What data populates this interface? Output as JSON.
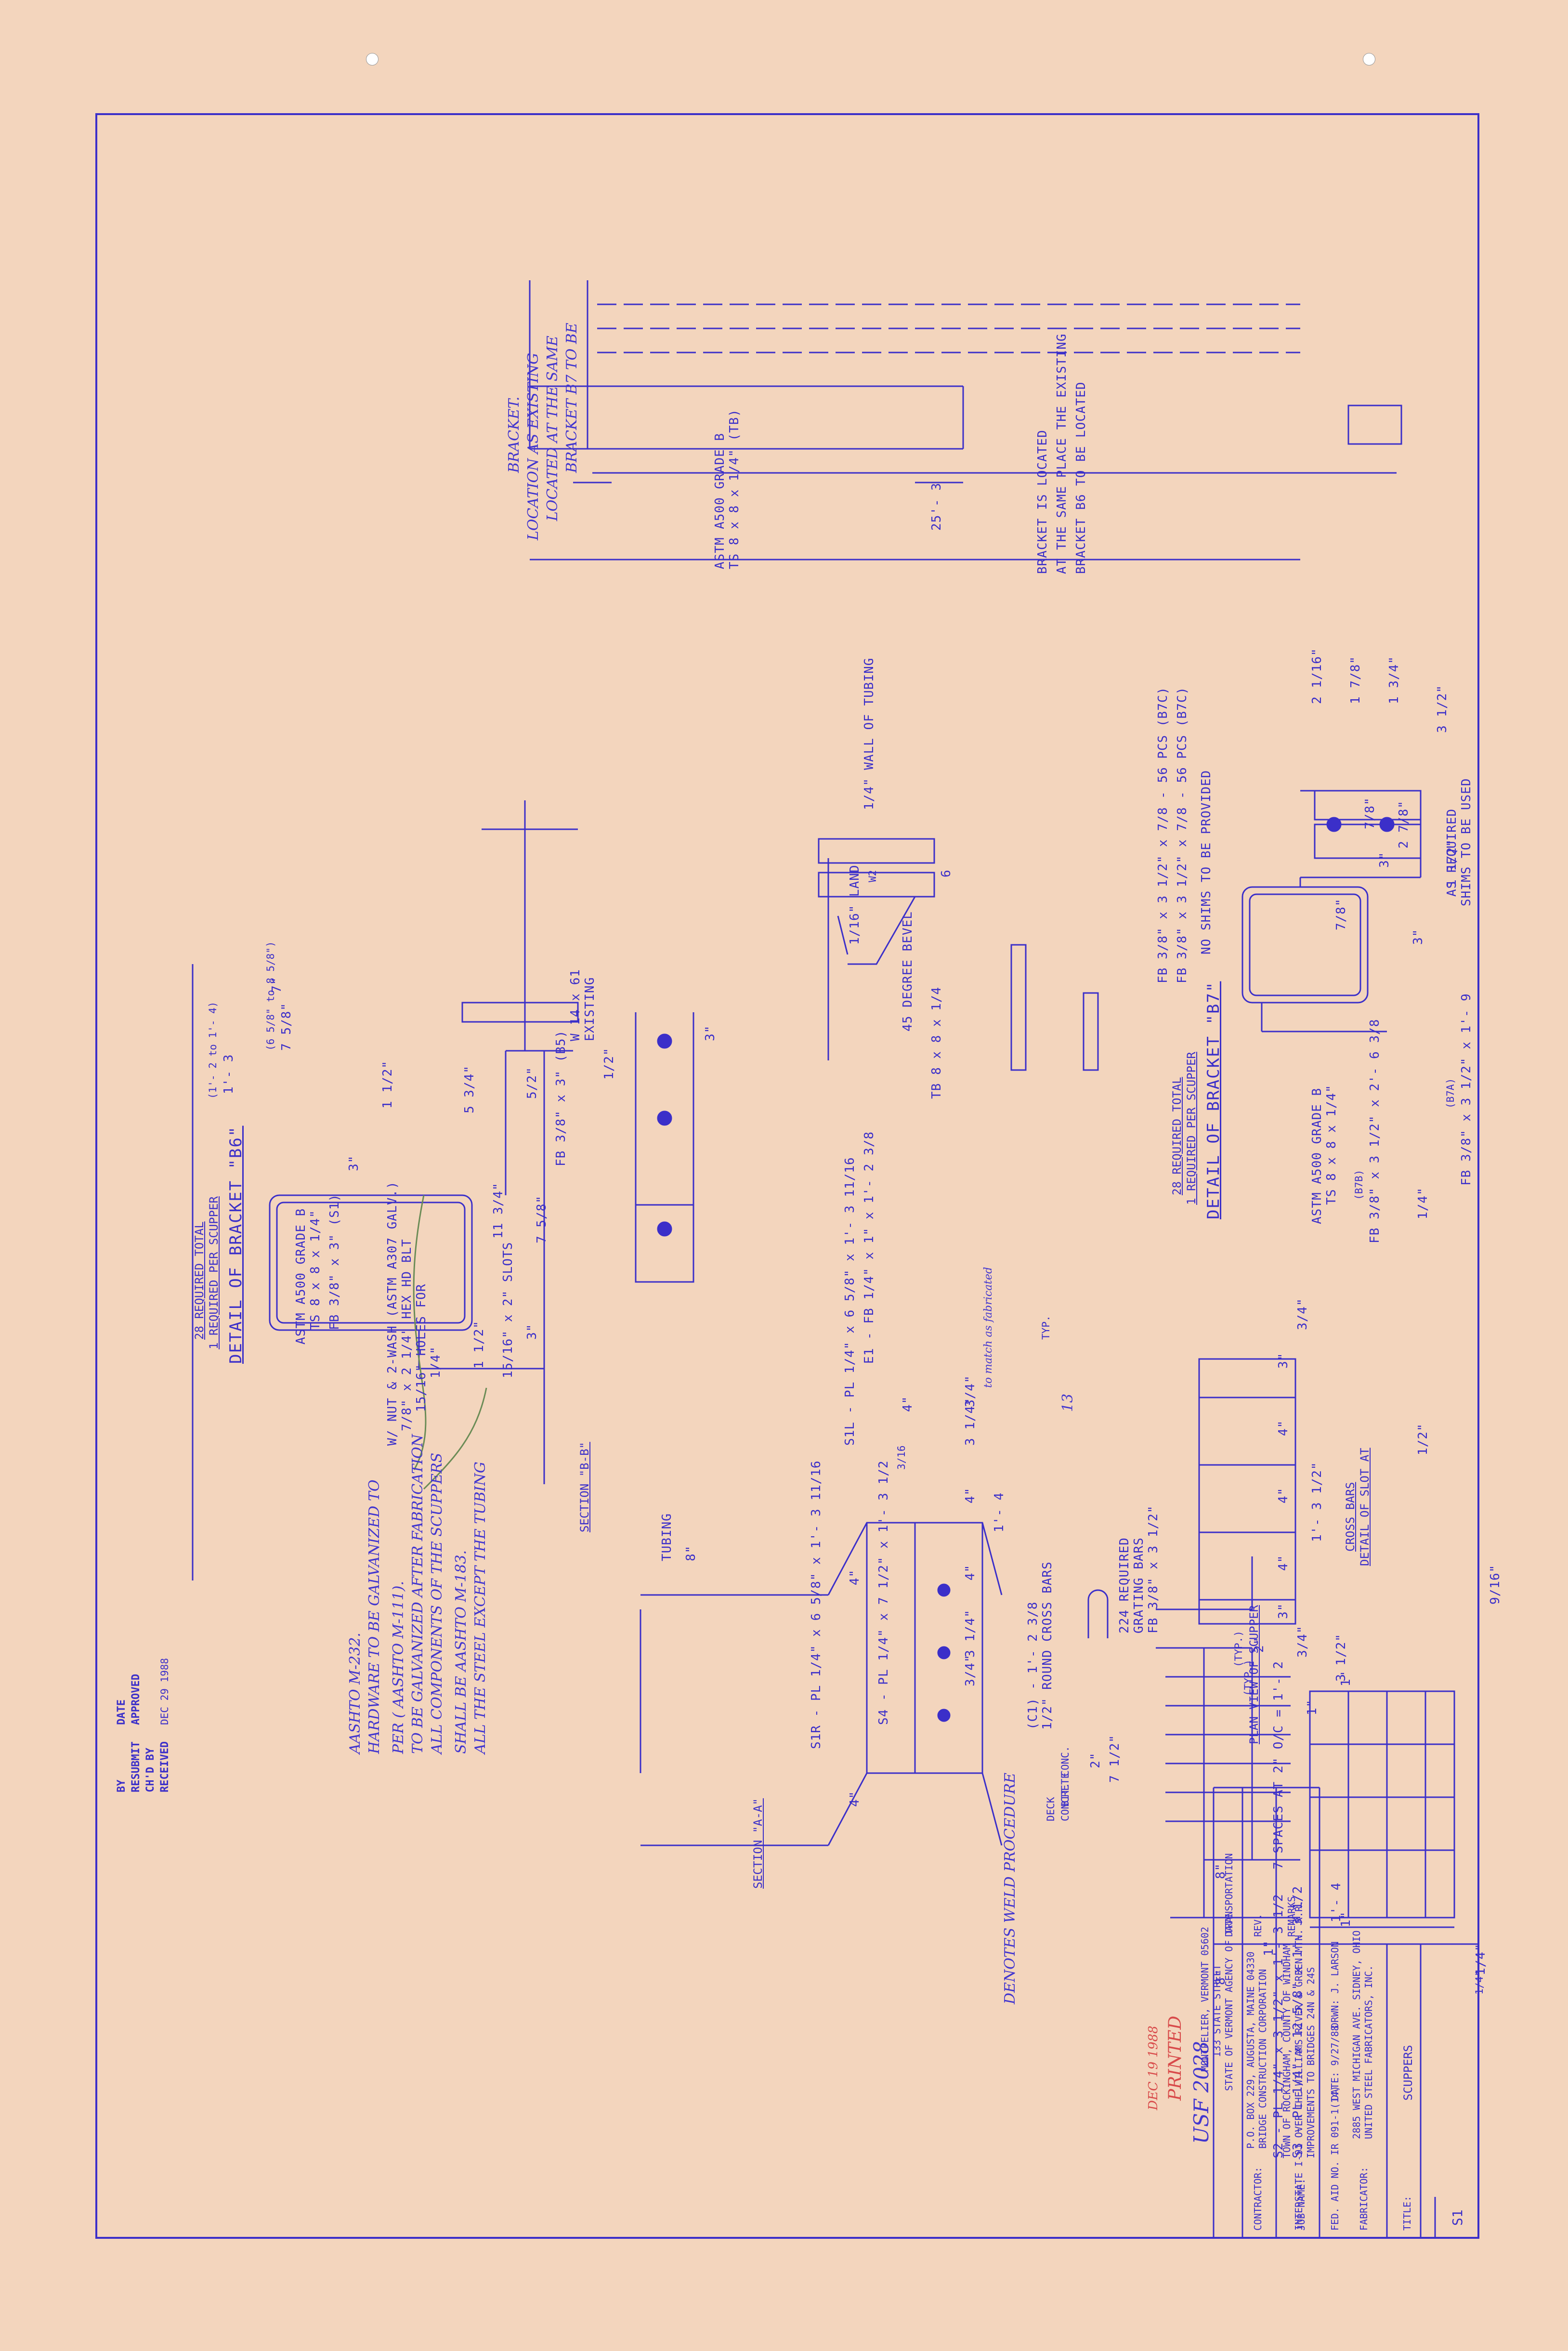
{
  "plan_view": {
    "title": "PLAN VIEW OF SCUPPER",
    "dim_top": "1\"",
    "dim_bottom": "1\"",
    "dim_spaces": "7 SPACES AT 2\" O/C = 1'- 2",
    "dim_right": "1/4\"",
    "weld_symbol": "1/4\""
  },
  "detail_slot": {
    "title": "DETAIL OF SLOT AT",
    "title2": "CROSS BARS",
    "dim_half": "1/2\"",
    "dim_916": "9/16\""
  },
  "grating": {
    "dims": [
      "3/4\"",
      "3\"",
      "4\"",
      "4\"",
      "4\"",
      "3\"",
      "3/4\""
    ],
    "overall": "1'- 3 1/2\"",
    "typ1": "2\"",
    "typ1_label": "(TYP.)",
    "typ2": "1\"",
    "typ2_label": "(TYP.)",
    "dim_312": "3 1/2\"",
    "note1": "FB 3/8\" x 3 1/2\"",
    "note2": "GRATING BARS",
    "note3": "224 REQUIRED"
  },
  "bracket_b7": {
    "title": "DETAIL OF BRACKET \"B7\"",
    "sub1": "1 REQUIRED PER SCUPPER",
    "sub2": "28 REQUIRED TOTAL",
    "shims": "SHIMS TO BE USED",
    "shims2": "AS REQUIRED",
    "dims": [
      "3 1/2\"",
      "1 3/4\"",
      "1 7/8\"",
      "2 1/16\"",
      "7/8\"",
      "2 7/8\"",
      "3\"",
      "1 1/2\"",
      "3\"",
      "7/8\"",
      "1/4\""
    ],
    "fb1": "FB 3/8\" x 3 1/2\" x 1'- 9",
    "fb1b": "(B7A)",
    "fb2": "FB 3/8\" x 3 1/2\" x 2'- 6 3/8",
    "fb2b": "(B7B)",
    "ts": "TS 8 x 8 x 1/4\"",
    "ts2": "ASTM A500 GRADE B"
  },
  "shims_box": {
    "note": "NO SHIMS TO BE PROVIDED",
    "l1": "FB 3/8\" x 3 1/2\" x 7/8 - 56 PCS (B7C)",
    "l2": "FB 3/8\" x 3 1/2\" x 7/8 - 56 PCS (B7C)"
  },
  "weld_detail": {
    "wall": "1/4\" WALL OF TUBING",
    "land": "1/16\" LAND",
    "bevel": "45 DEGREE BEVEL",
    "n1": "6",
    "n2": "W2"
  },
  "elevation": {
    "note1": "BRACKET B6 TO BE LOCATED",
    "note2": "AT THE SAME PLACE THE EXISTING",
    "note3": "BRACKET IS LOCATED",
    "ts1": "TS 8 x 8 x 1/4\" (TB)",
    "ts2": "ASTM A500 GRADE B",
    "dim": "25'- 3",
    "b7a": "BRACKET B7 TO BE",
    "b7b": "LOCATED AT THE SAME",
    "b7c": "LOCATION AS EXISTING",
    "b7d": "BRACKET."
  },
  "bracket_b6": {
    "title": "DETAIL OF BRACKET \"B6\"",
    "sub1": "1 REQUIRED PER SCUPPER",
    "sub2": "28 REQUIRED TOTAL",
    "existing": "EXISTING",
    "existing2": "W 14 x 61",
    "dims": [
      "1/2\"",
      "5 3/4\"",
      "1 1/2\"",
      "3\"",
      "5/2\"",
      "11 3/4\"",
      "7 5/8\"",
      "3\"",
      "1 1/2\"",
      "1/4\""
    ],
    "d7": "7\"",
    "d758": "7 5/8\"",
    "d758b": "(6 5/8\" to 8 5/8\")",
    "d13": "1'- 3",
    "d13b": "(1'- 2 to 1'- 4)",
    "fb": "FB 3/8\" x 3\" (B5)",
    "slots": "15/16\" x 2\" SLOTS",
    "holes": "15/16\" HOLES FOR",
    "holes2": "7/8\" x 2 1/4\" HEX HD BLT",
    "holes3": "W/ NUT & 2-WASH (ASTM A307 GALV.)",
    "fb3": "FB 3/8\" x 3\" (S1)",
    "ts": "TS 8 x 8 x 1/4\"",
    "ts2": "ASTM A500 GRADE B"
  },
  "bolt_view": {
    "d3": "3\"",
    "tb": "TB 8 x 8 x 1/4"
  },
  "section_b": {
    "title": "SECTION \"B-B\"",
    "e1": "E1 - FB 1/4\" x 1\" x 1'- 2 3/8",
    "s1l": "S1L - PL 1/4\" x 6 5/8\" x 1'- 3 11/16",
    "s1r": "S1R - PL 1/4\" x 6 5/8\" x 1'- 3 11/16",
    "s4": "S4 - PL 1/4\" x 7 1/2\" x 1'- 3 1/2",
    "cross": "1/2\" ROUND CROSS BARS",
    "cross2": "(C1) - 1'- 2 3/8",
    "tubing": "TUBING",
    "d8": "8\"",
    "d14": "1'- 4",
    "dims": [
      "4\"",
      "3/4\"",
      "3 1/4\"",
      "4\"",
      "4\"",
      "3 1/4\"",
      "3/4\"",
      "4\"",
      "4\""
    ],
    "typ": "TYP.",
    "n316": "3/16",
    "hand": "to match as fabricated",
    "hand2": "13"
  },
  "section_a": {
    "title": "SECTION \"A-A\"",
    "d2": "2\"",
    "bitconc": "BIT. CONC.",
    "d712": "7 1/2\"",
    "concrete": "CONCRETE",
    "deck": "DECK",
    "d8a": "8\"",
    "d8b": "8\"",
    "d14": "1'- 4",
    "d1": "1\"",
    "s3": "S3 - PL 1/4\" x 12 5/8\" x 1'- 3 1/2",
    "s2": "S2 - PL 1/4\" x 3 1/2\" x 1'- 3 1/2"
  },
  "notes": {
    "n1": "ALL THE STEEL EXCEPT THE TUBING",
    "n1b": "SHALL BE AASHTO M-183.",
    "n2": "ALL COMPONENTS OF THE SCUPPERS",
    "n2b": "TO BE GALVANIZED AFTER FABRICATION",
    "n2c": "PER ( AASHTO M-111).",
    "n3": "HARDWARE TO BE GALVANIZED TO",
    "n3b": "AASHTO M-232.",
    "weld": "DENOTES WELD PROCEDURE"
  },
  "stamps": {
    "received": "RECEIVED",
    "date": "DEC 29 1988",
    "chkd": "CH'D BY",
    "resub": "RESUBMIT",
    "approved": "APPROVED",
    "by": "BY",
    "date2": "DATE",
    "printed": "PRINTED",
    "printed_date": "DEC 19 1988",
    "usf": "USF 2028"
  },
  "titleblock": {
    "state": "STATE OF VERMONT AGENCY OF TRANSPORTATION",
    "street": "133 STATE STREET",
    "city": "MONTPELIER, VERMONT 05602",
    "contractor_l": "CONTRACTOR:",
    "contractor": "BRIDGE CONSTRUCTION CORPORATION",
    "contractor2": "P.O. BOX 229, AUGUSTA, MAINE 04330",
    "job_l": "JOB NAME:",
    "job1": "IMPROVEMENTS TO BRIDGES 24N & 24S",
    "job2": "INTERSTATE I-91 OVER THE WILLIAMS RIVER & GREEN MTN. R.R.",
    "job3": "TOWN OF ROCKINGHAM, COUNTY OF WINDHAM",
    "fed": "FED. AID NO. IR 091-1(14)",
    "date": "DATE: 9/27/88",
    "drawn": "DRWN: J. LARSON",
    "fab_l": "FABRICATOR:",
    "fab": "UNITED STEEL FABRICATORS, INC.",
    "fab2": "2885 WEST MICHIGAN AVE. SIDNEY, OHIO",
    "title_l": "TITLE:",
    "title": "SCUPPERS",
    "sheet": "S1",
    "rev_date": "DATE",
    "rev": "REV.",
    "remarks": "REMARKS"
  }
}
